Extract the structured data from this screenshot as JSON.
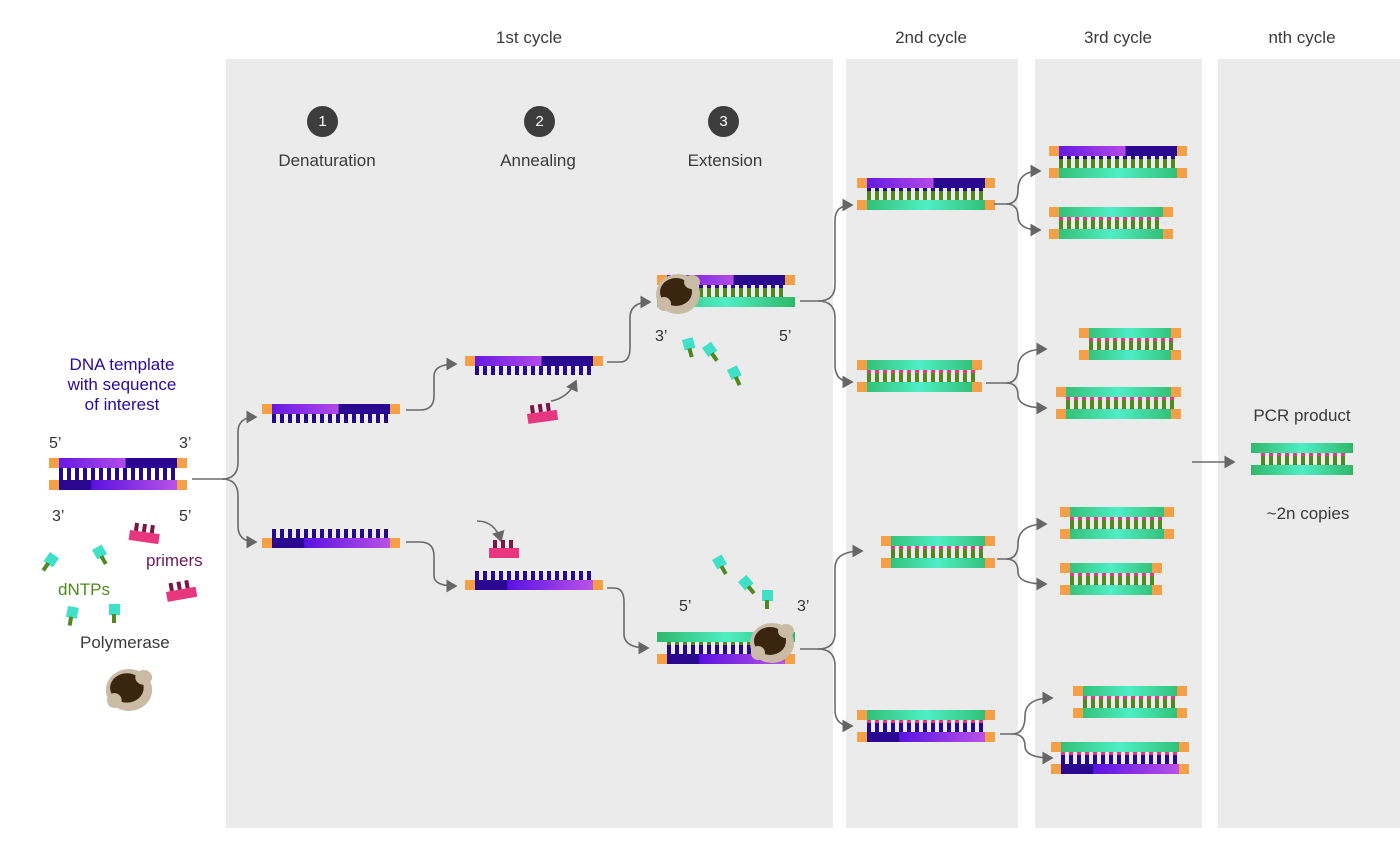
{
  "cycles": {
    "c1": "1st cycle",
    "c2": "2nd cycle",
    "c3": "3rd cycle",
    "cn": "nth cycle"
  },
  "steps": [
    {
      "number": "1",
      "label": "Denaturation"
    },
    {
      "number": "2",
      "label": "Annealing"
    },
    {
      "number": "3",
      "label": "Extension"
    }
  ],
  "legend": {
    "template": [
      "DNA template",
      "with sequence",
      "of interest"
    ],
    "primers": "primers",
    "dntps": "dNTPs",
    "polymerase": "Polymerase"
  },
  "ends": {
    "five": "5’",
    "three": "3’"
  },
  "product": {
    "title": "PCR product",
    "copies": "~2n copies"
  },
  "colors": {
    "panel": "#ebebeb",
    "template_blue": "#24068f",
    "primer_pink": "#e8367f",
    "dntp_green": "#4f8a1f",
    "new_strand_teal": "#3fe0c8",
    "primers_text": "#6b1a5a",
    "orange_end": "#f5a047"
  }
}
